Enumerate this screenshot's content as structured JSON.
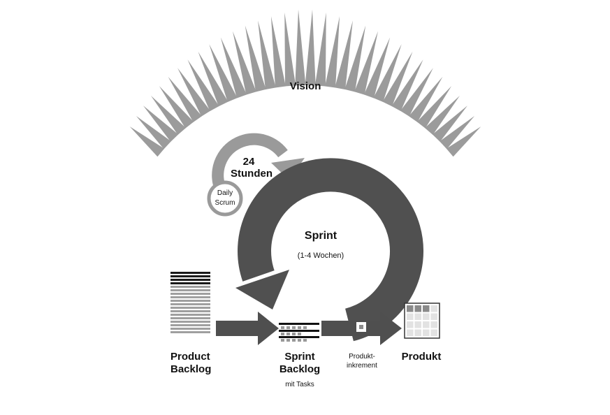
{
  "labels": {
    "vision": "Vision",
    "daily_cycle_hours": "24",
    "daily_cycle_unit": "Stunden",
    "daily_scrum_line1": "Daily",
    "daily_scrum_line2": "Scrum",
    "sprint": "Sprint",
    "sprint_duration": "(1-4 Wochen)",
    "product_backlog_line1": "Product",
    "product_backlog_line2": "Backlog",
    "sprint_backlog_line1": "Sprint",
    "sprint_backlog_line2": "Backlog",
    "sprint_backlog_sub": "mit Tasks",
    "increment_line1": "Produkt-",
    "increment_line2": "inkrement",
    "product": "Produkt"
  },
  "colors": {
    "sprint_arrow": "#505050",
    "daily_arrow": "#9a9a9a",
    "flow_arrow": "#4f4f4f",
    "vision_rays": "#9b9b9b",
    "backlog_light": "#9f9f9f",
    "backlog_dark": "#1a1a1a"
  }
}
